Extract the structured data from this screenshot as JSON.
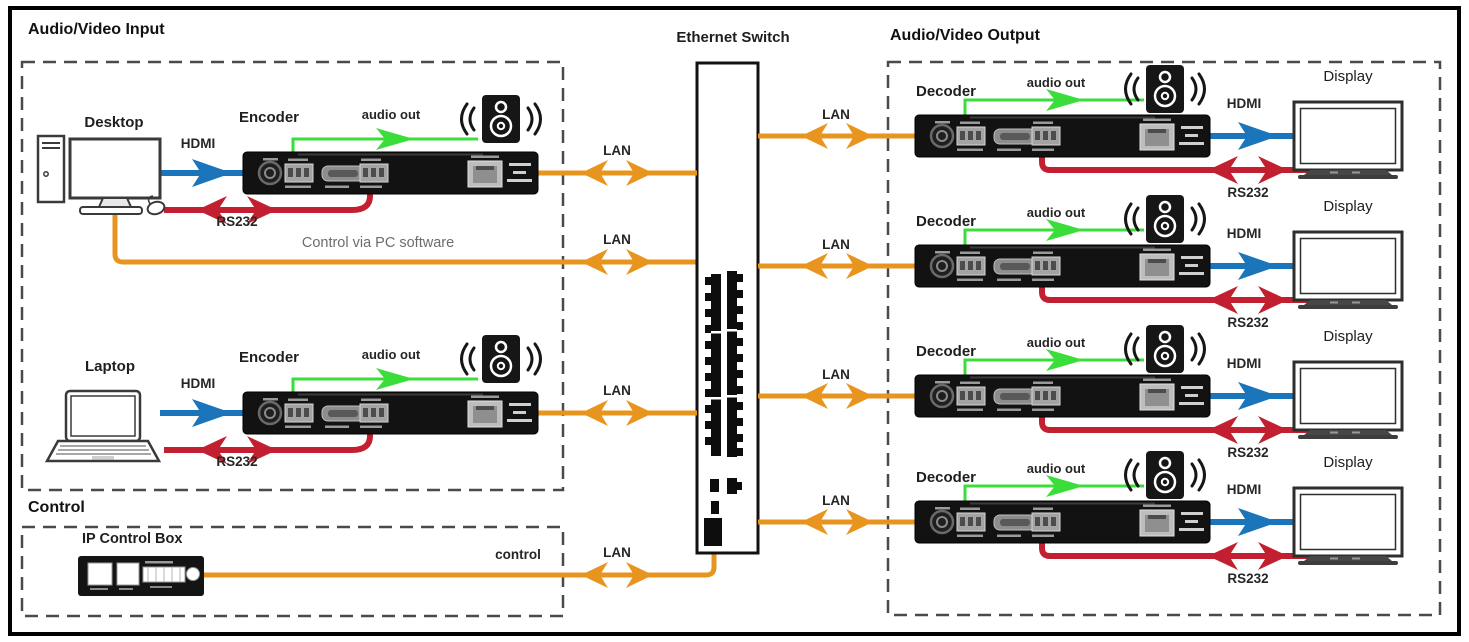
{
  "sections": {
    "input": {
      "title": "Audio/Video Input"
    },
    "output": {
      "title": "Audio/Video Output"
    },
    "control": {
      "title": "Control"
    }
  },
  "nodes": {
    "ethernet_switch": {
      "label": "Ethernet Switch"
    },
    "desktop": {
      "label": "Desktop"
    },
    "laptop": {
      "label": "Laptop"
    },
    "encoder": {
      "label": "Encoder"
    },
    "decoder": {
      "label": "Decoder"
    },
    "display": {
      "label": "Display"
    },
    "ip_control_box": {
      "label": "IP Control Box"
    }
  },
  "links": {
    "hdmi": "HDMI",
    "rs232": "RS232",
    "lan": "LAN",
    "audio_out": "audio out",
    "control": "control",
    "control_note": "Control via PC software"
  },
  "colors": {
    "lan_line": "#E8951F",
    "hdmi_line": "#1B75BB",
    "rs232_line": "#C22030",
    "audio_line": "#3BDD3B",
    "note_text": "#6D6D6D",
    "dashed_box": "#4A4A4A"
  }
}
